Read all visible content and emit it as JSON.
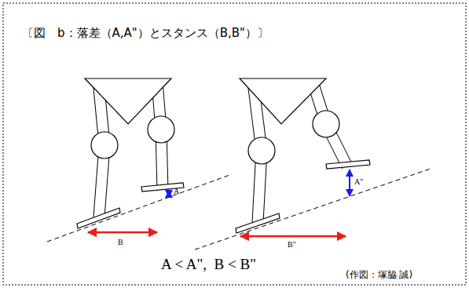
{
  "diagram": {
    "title": "〔図　b：落差（A,A\"）とスタンス（B,B\"）〕",
    "labels": [
      "A",
      "B",
      "A\"",
      "B\"",
      "A < A\",  B < B\"",
      "(作図：塚脇 誠)"
    ]
  }
}
